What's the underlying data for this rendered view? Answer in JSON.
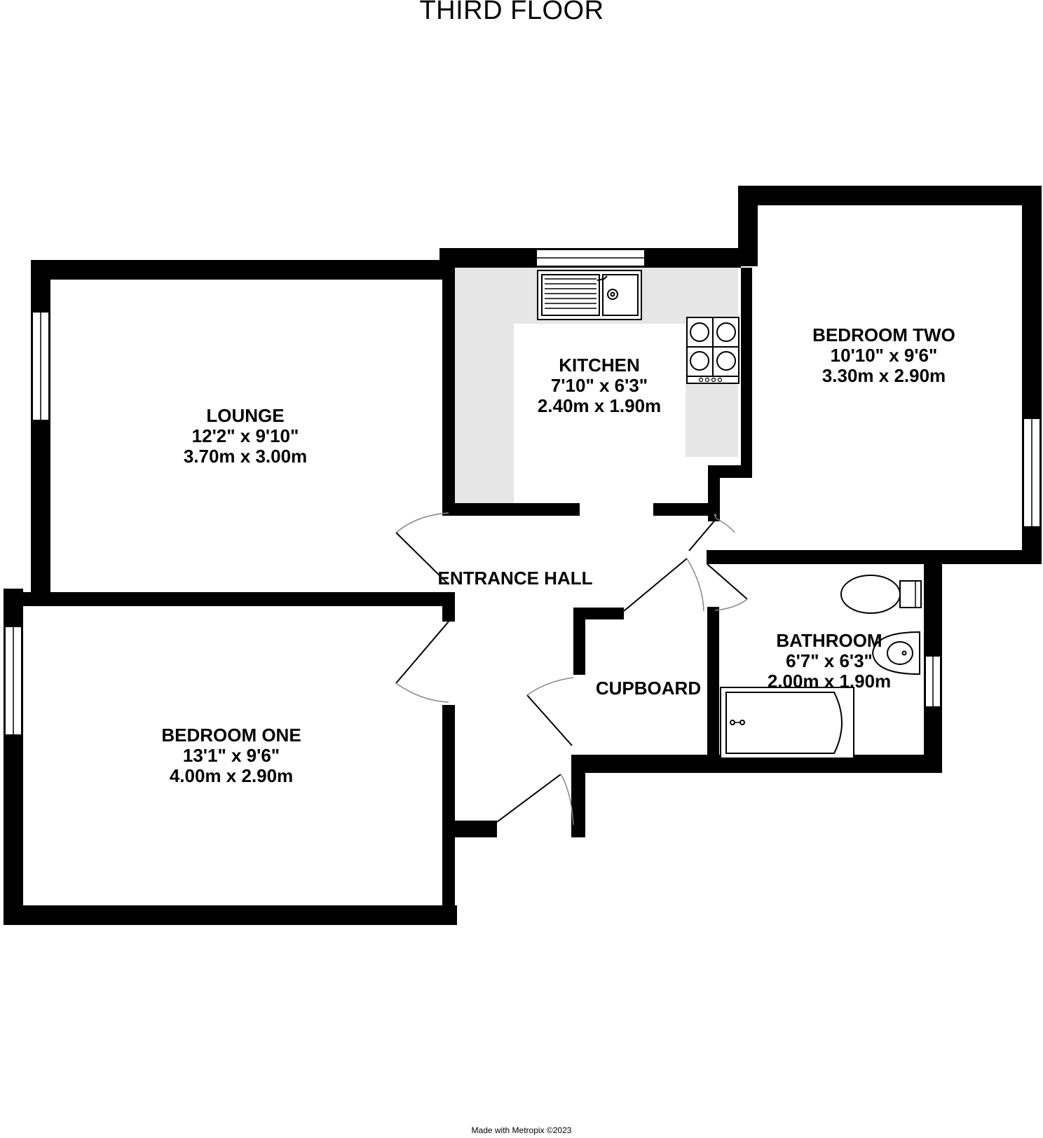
{
  "floor": {
    "title": "THIRD FLOOR",
    "credit": "Made with Metropix ©2023"
  },
  "rooms": {
    "lounge": {
      "name": "LOUNGE",
      "imperial": "12'2\"  x 9'10\"",
      "metric": "3.70m  x 3.00m"
    },
    "kitchen": {
      "name": "KITCHEN",
      "imperial": "7'10\"  x 6'3\"",
      "metric": "2.40m  x 1.90m"
    },
    "bedroom_two": {
      "name": "BEDROOM TWO",
      "imperial": "10'10\"  x 9'6\"",
      "metric": "3.30m  x 2.90m"
    },
    "entrance_hall": {
      "name": "ENTRANCE HALL"
    },
    "bathroom": {
      "name": "BATHROOM",
      "imperial": "6'7\"  x 6'3\"",
      "metric": "2.00m  x 1.90m"
    },
    "cupboard": {
      "name": "CUPBOARD"
    },
    "bedroom_one": {
      "name": "BEDROOM ONE",
      "imperial": "13'1\"  x 9'6\"",
      "metric": "4.00m  x 2.90m"
    }
  },
  "colors": {
    "wall": "#000000",
    "worktop": "#e6e6e6",
    "window": "#ffffff",
    "fixture_line": "#444444",
    "door_arc": "#888888"
  }
}
